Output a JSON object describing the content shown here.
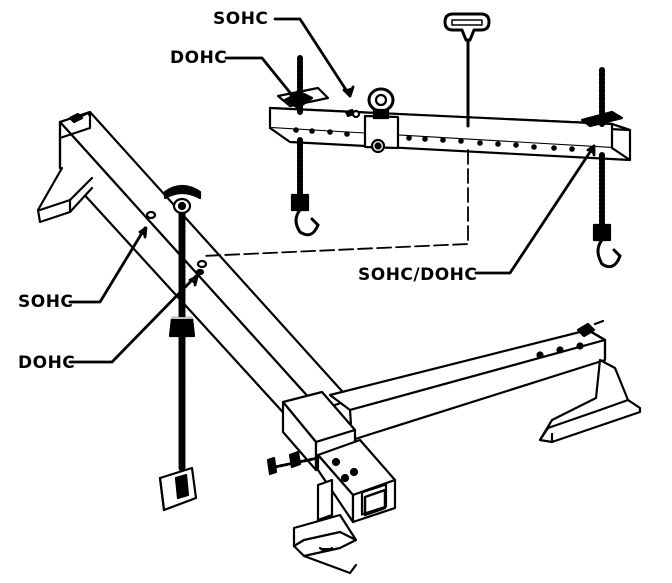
{
  "labels": {
    "top_sohc": "SOHC",
    "top_dohc": "DOHC",
    "left_sohc": "SOHC",
    "left_dohc": "DOHC",
    "right_sohc_dohc": "SOHC/DOHC"
  }
}
